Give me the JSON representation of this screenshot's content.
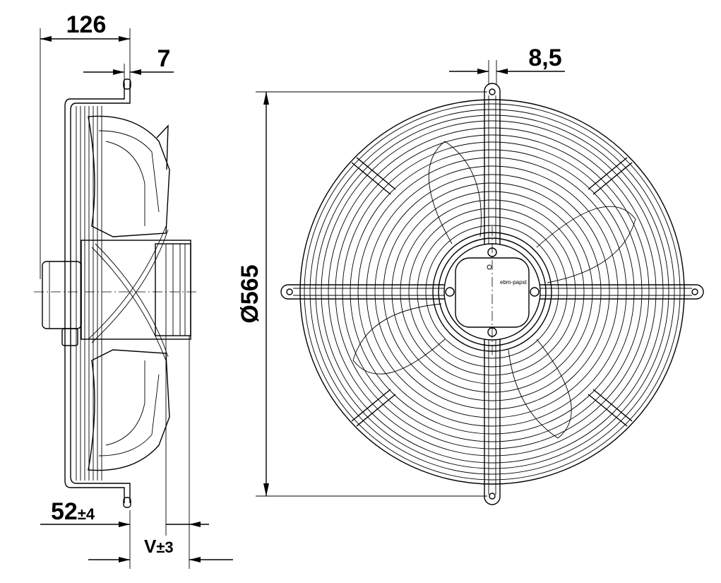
{
  "dimensions": {
    "depth_total": "126",
    "guard_offset": "7",
    "hole_spacing": "8,5",
    "diameter": "Ø565",
    "mount_distance_main": "52",
    "mount_distance_tol": "±4",
    "v_main": "V",
    "v_tol": "±3"
  },
  "labels": {
    "hub_marking": "ebm-papst"
  }
}
